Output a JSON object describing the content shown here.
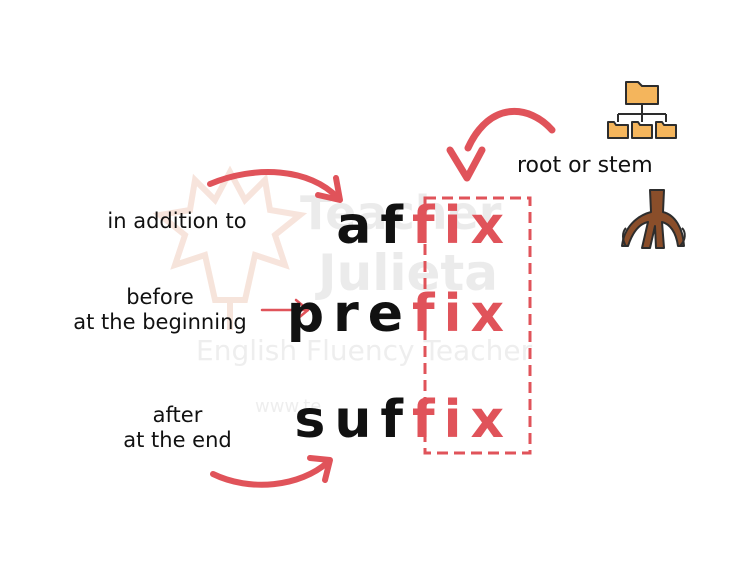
{
  "colors": {
    "accent": "#e0535a",
    "text": "#111111",
    "folder": "#f4b55c",
    "root_brown": "#8a4e2a"
  },
  "watermark": {
    "line1": "Teacher",
    "line2": "Julieta",
    "line3": "English Fluency Teacher",
    "line4": "www.te"
  },
  "root_label": "root or stem",
  "icons": {
    "folder_tree": "folder-hierarchy-icon",
    "tree_roots": "tree-roots-icon"
  },
  "words": [
    {
      "prefix": "af",
      "root": "fix",
      "meaning_lines": [
        "in addition to"
      ]
    },
    {
      "prefix": "pre",
      "root": "fix",
      "meaning_lines": [
        "before",
        "at the beginning"
      ]
    },
    {
      "prefix": "suf",
      "root": "fix",
      "meaning_lines": [
        "after",
        "at the end"
      ]
    }
  ]
}
